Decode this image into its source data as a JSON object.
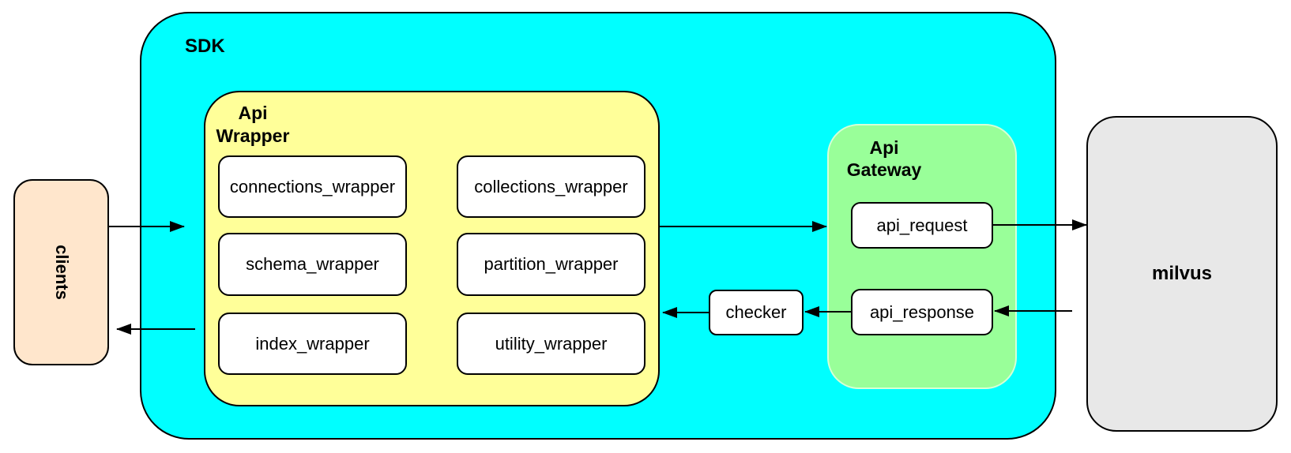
{
  "clients": {
    "label": "clients"
  },
  "sdk": {
    "label": "SDK"
  },
  "api_wrapper": {
    "title_lines": [
      "Api",
      "Wrapper"
    ],
    "modules": [
      {
        "label": "connections_wrapper"
      },
      {
        "label": "collections_wrapper"
      },
      {
        "label": "schema_wrapper"
      },
      {
        "label": "partition_wrapper"
      },
      {
        "label": "index_wrapper"
      },
      {
        "label": "utility_wrapper"
      }
    ]
  },
  "checker": {
    "label": "checker"
  },
  "api_gateway": {
    "title_lines": [
      "Api",
      "Gateway"
    ],
    "request": {
      "label": "api_request"
    },
    "response": {
      "label": "api_response"
    }
  },
  "milvus": {
    "label": "milvus"
  },
  "colors": {
    "sdk_fill": "#00ffff",
    "api_wrapper_fill": "#ffff99",
    "api_gateway_fill": "#99ff99",
    "clients_fill": "#ffe6cc",
    "milvus_fill": "#e8e8e8",
    "node_fill": "#ffffff",
    "stroke": "#000000"
  },
  "arrows": [
    {
      "from": "clients",
      "to": "sdk"
    },
    {
      "from": "sdk",
      "to": "clients"
    },
    {
      "from": "api_wrapper",
      "to": "api_gateway"
    },
    {
      "from": "api_request",
      "to": "milvus"
    },
    {
      "from": "milvus",
      "to": "api_response"
    },
    {
      "from": "api_response",
      "to": "checker"
    },
    {
      "from": "checker",
      "to": "api_wrapper"
    }
  ]
}
